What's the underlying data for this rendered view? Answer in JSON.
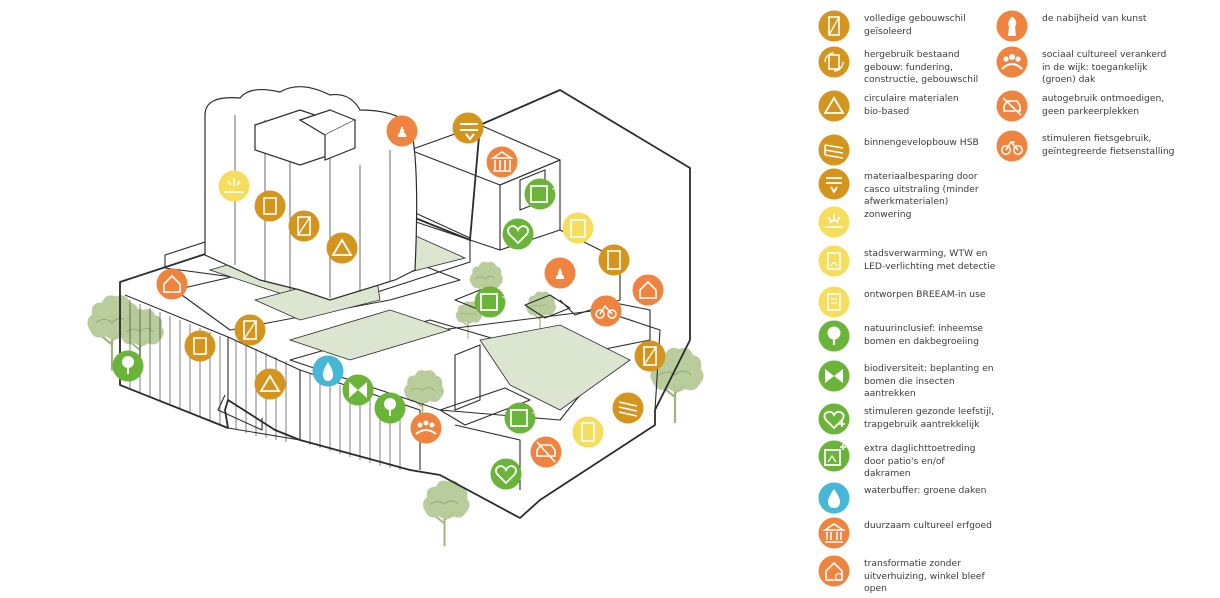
{
  "colors": {
    "ochre": "#d4951f",
    "ochre_ring": "#ffffff",
    "orange": "#ee8440",
    "yellow": "#f7dd5e",
    "green": "#6bb43a",
    "blue": "#46b7d6",
    "roof_green": "#dbe5cf",
    "tree_green": "#aec48f",
    "line": "#2b2b2b"
  },
  "legend": {
    "column1": [
      {
        "id": "insulated",
        "icon": "insulated-wall-icon",
        "color": "ochre",
        "text": "volledige gebouwschil\ngeïsoleerd"
      },
      {
        "id": "reuse",
        "icon": "reuse-building-icon",
        "color": "ochre",
        "text": "hergebruik bestaand\ngebouw: fundering,\nconstructie, gebouwschil"
      },
      {
        "id": "circular",
        "icon": "recycle-icon",
        "color": "ochre",
        "text": "circulaire materialen\nbio-based"
      },
      {
        "id": "hsb",
        "icon": "timber-frame-icon",
        "color": "ochre",
        "text": "binnengevelopbouw HSB"
      },
      {
        "id": "casco",
        "icon": "casco-icon",
        "color": "ochre",
        "text": "materiaalbesparing door\ncasco uitstraling (minder\nafwerkmaterialen)"
      },
      {
        "id": "sunshade",
        "icon": "sun-shade-icon",
        "color": "yellow",
        "text": "zonwering"
      },
      {
        "id": "heating",
        "icon": "district-heating-icon",
        "color": "yellow",
        "text": "stadsverwarming, WTW en\nLED-verlichting met detectie"
      },
      {
        "id": "breeam",
        "icon": "breeam-icon",
        "color": "yellow",
        "text": "ontworpen BREEAM-in use"
      },
      {
        "id": "nature",
        "icon": "tree-icon",
        "color": "green",
        "text": "natuurinclusief: inheemse\nbomen en dakbegroeiing"
      },
      {
        "id": "biodiversity",
        "icon": "butterfly-icon",
        "color": "green",
        "text": "biodiversiteit: beplanting en\nbomen die insecten\naantrekken"
      },
      {
        "id": "health",
        "icon": "heart-plus-icon",
        "color": "green",
        "text": "stimuleren gezonde leefstijl,\ntrapgebruik aantrekkelijk"
      },
      {
        "id": "daylight",
        "icon": "daylight-plus-icon",
        "color": "green",
        "text": "extra daglichttoetreding\ndoor patio's en/of\ndakramen"
      },
      {
        "id": "water",
        "icon": "water-drop-icon",
        "color": "blue",
        "text": "waterbuffer: groene daken"
      },
      {
        "id": "heritage",
        "icon": "heritage-icon",
        "color": "orange",
        "text": "duurzaam cultureel erfgoed"
      },
      {
        "id": "transform",
        "icon": "house-transform-icon",
        "color": "orange",
        "text": "transformatie zonder\nuitverhuizing, winkel bleef\nopen"
      }
    ],
    "column2": [
      {
        "id": "art",
        "icon": "art-icon",
        "color": "orange",
        "text": "de nabijheid van kunst"
      },
      {
        "id": "social",
        "icon": "people-icon",
        "color": "orange",
        "text": "sociaal cultureel verankerd\nin de wijk: toegankelijk\n(groen) dak"
      },
      {
        "id": "nocar",
        "icon": "no-car-icon",
        "color": "orange",
        "text": "autogebruik ontmoedigen,\ngeen parkeerplekken"
      },
      {
        "id": "bike",
        "icon": "bicycle-icon",
        "color": "orange",
        "text": "stimuleren fietsgebruik,\ngeïntegreerde fietsenstalling"
      }
    ]
  }
}
